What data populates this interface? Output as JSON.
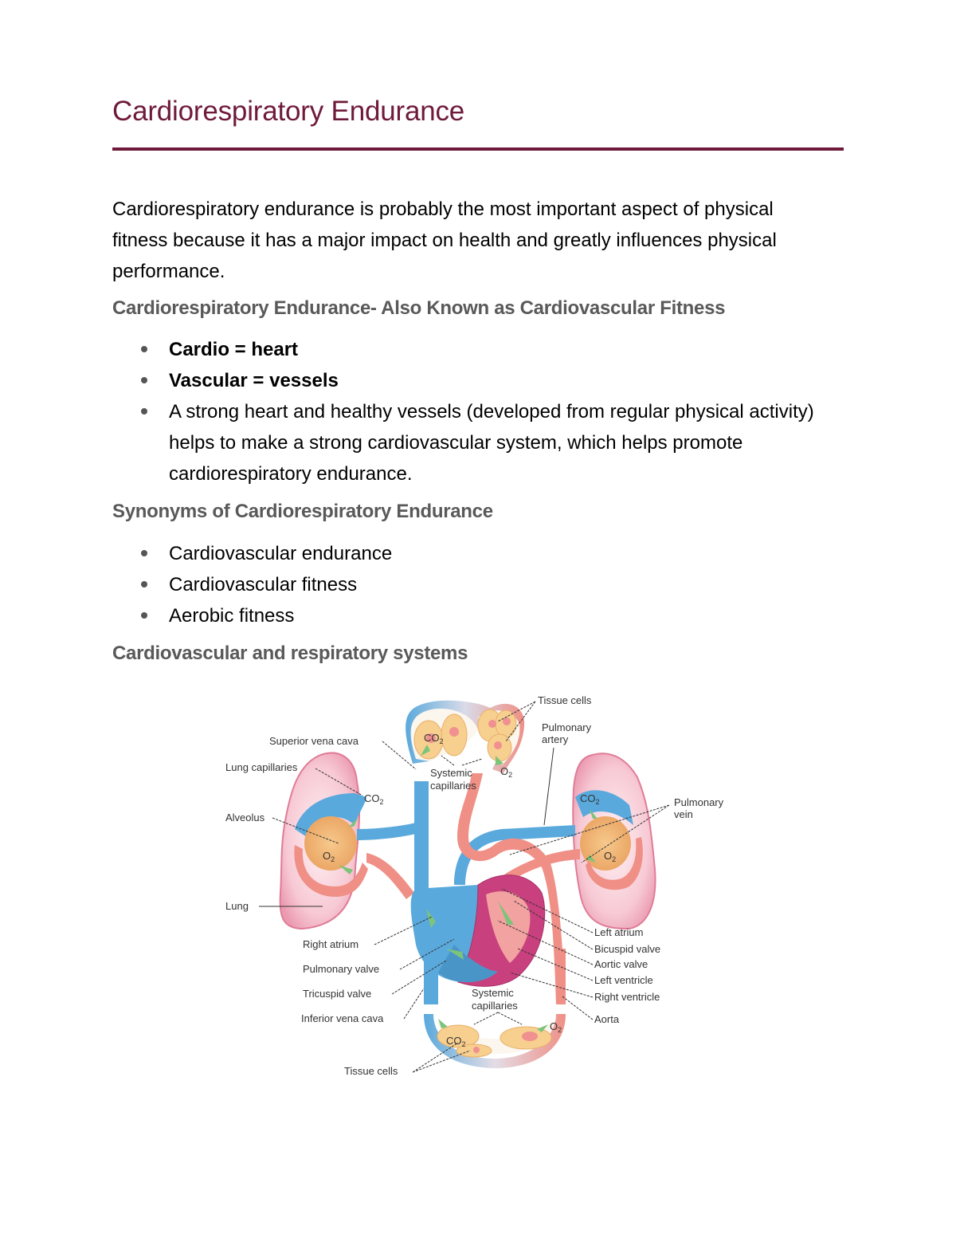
{
  "document": {
    "title": "Cardiorespiratory Endurance",
    "title_color": "#6f1a3a",
    "heading_color": "#595959",
    "intro_paragraph": "Cardiorespiratory endurance is probably the most important aspect of physical fitness because it has a major impact on health and greatly influences physical performance.",
    "sections": [
      {
        "heading": "Cardiorespiratory Endurance- Also Known as Cardiovascular Fitness",
        "bullets": [
          {
            "text": "Cardio = heart",
            "bold": true
          },
          {
            "text": "Vascular = vessels",
            "bold": true
          },
          {
            "text": "A strong heart and healthy vessels (developed from regular physical activity) helps to make a strong cardiovascular system, which helps promote cardiorespiratory endurance.",
            "bold": false
          }
        ]
      },
      {
        "heading": "Synonyms of Cardiorespiratory Endurance",
        "bullets": [
          {
            "text": "Cardiovascular endurance",
            "bold": false
          },
          {
            "text": "Cardiovascular fitness",
            "bold": false
          },
          {
            "text": "Aerobic fitness",
            "bold": false
          }
        ]
      },
      {
        "heading": "Cardiovascular and respiratory systems"
      }
    ]
  },
  "diagram": {
    "colors": {
      "deoxygenated_blue": "#5aa9dc",
      "oxygenated_red": "#ef8f86",
      "lung_pink": "#f3b9c6",
      "lung_edge": "#e07c98",
      "alveolus_orange": "#f0b072",
      "tissue_cell": "#f7cf8f",
      "heart_muscle": "#c9407e",
      "flow_arrow_green": "#7cc47a"
    },
    "labels": {
      "tissue_cells_top": "Tissue cells",
      "superior_vena_cava": "Superior vena cava",
      "pulmonary_artery_line1": "Pulmonary",
      "pulmonary_artery_line2": "artery",
      "lung_capillaries": "Lung capillaries",
      "systemic_capillaries_top_line1": "Systemic",
      "systemic_capillaries_top_line2": "capillaries",
      "alveolus": "Alveolus",
      "pulmonary_vein_line1": "Pulmonary",
      "pulmonary_vein_line2": "vein",
      "lung": "Lung",
      "left_atrium": "Left atrium",
      "bicuspid_valve": "Bicuspid valve",
      "aortic_valve": "Aortic valve",
      "left_ventricle": "Left ventricle",
      "right_ventricle": "Right ventricle",
      "aorta": "Aorta",
      "right_atrium": "Right atrium",
      "pulmonary_valve": "Pulmonary valve",
      "tricuspid_valve": "Tricuspid valve",
      "inferior_vena_cava": "Inferior vena cava",
      "systemic_capillaries_bottom_line1": "Systemic",
      "systemic_capillaries_bottom_line2": "capillaries",
      "tissue_cells_bottom": "Tissue cells"
    },
    "gases": {
      "co2": "CO",
      "o2": "O",
      "subscript": "2"
    }
  }
}
